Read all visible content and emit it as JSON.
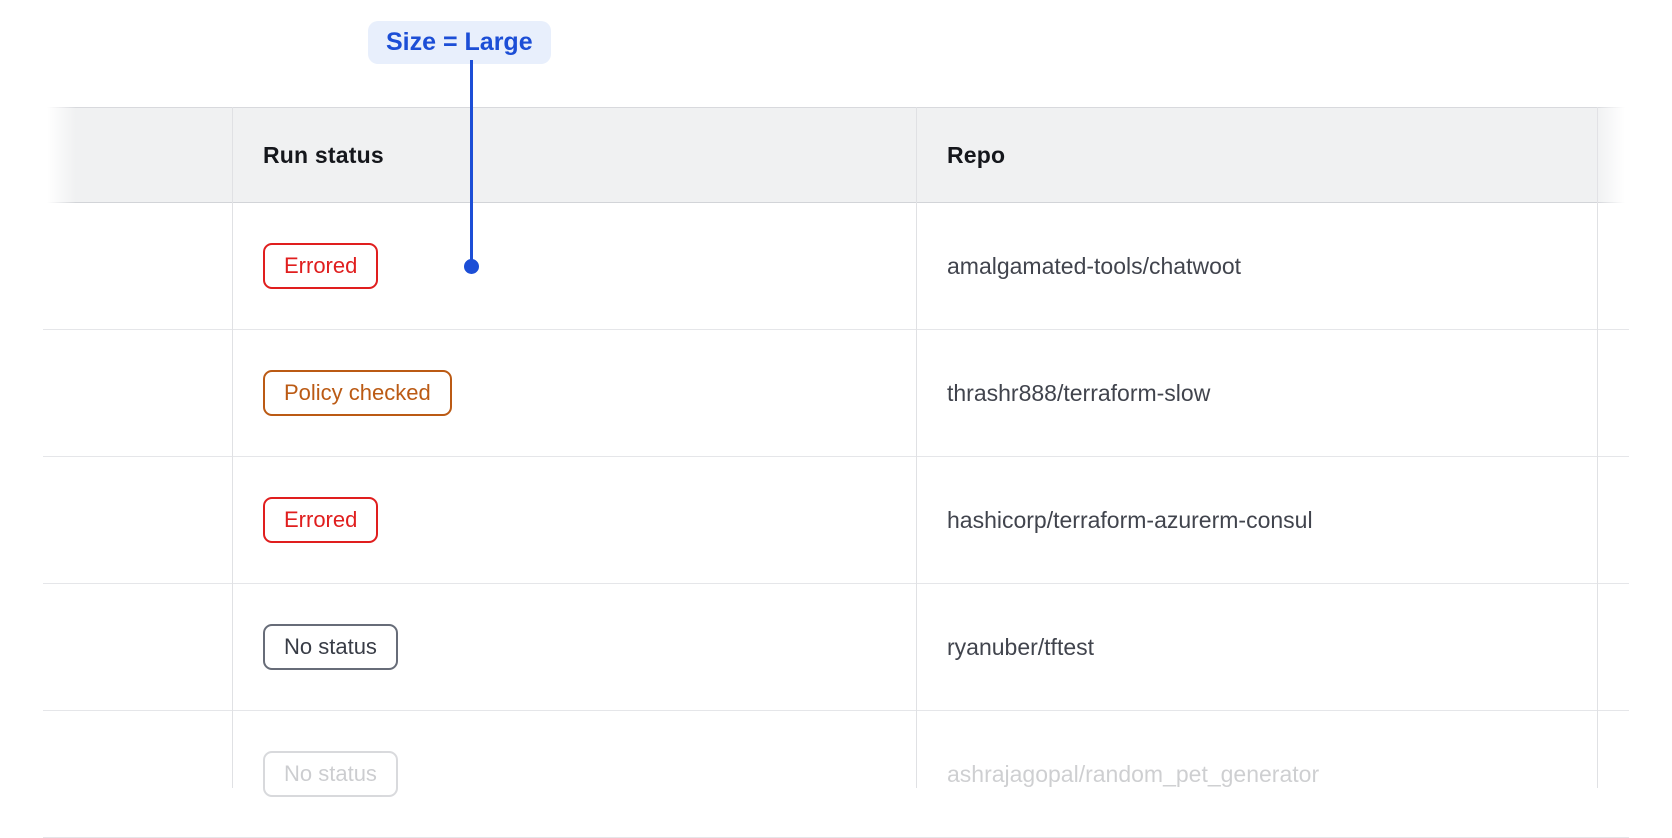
{
  "annotation": {
    "label": "Size = Large",
    "color": "#1c4ed6",
    "background": "#e8effc"
  },
  "table": {
    "columns": [
      {
        "label": ""
      },
      {
        "label": "Run status"
      },
      {
        "label": "Repo"
      }
    ],
    "rows": [
      {
        "status": "Errored",
        "status_variant": "errored",
        "repo": "amalgamated-tools/chatwoot",
        "faded": false
      },
      {
        "status": "Policy checked",
        "status_variant": "policy-checked",
        "repo": "thrashr888/terraform-slow",
        "faded": false
      },
      {
        "status": "Errored",
        "status_variant": "errored",
        "repo": "hashicorp/terraform-azurerm-consul",
        "faded": false
      },
      {
        "status": "No status",
        "status_variant": "no-status",
        "repo": "ryanuber/tftest",
        "faded": false
      },
      {
        "status": "No status",
        "status_variant": "no-status",
        "repo": "ashrajagopal/random_pet_generator",
        "faded": true
      }
    ],
    "status_colors": {
      "errored": {
        "text": "#e01e1e",
        "border": "#e01e1e"
      },
      "policy-checked": {
        "text": "#bb5a14",
        "border": "#bb5a14"
      },
      "no-status": {
        "text": "#383c46",
        "border": "#676c78"
      }
    },
    "theme": {
      "header_bg": "#f0f1f2",
      "header_text": "#15171c",
      "row_border": "#e5e6e9",
      "column_divider": "#e0e1e4",
      "repo_text": "#41444d"
    }
  }
}
